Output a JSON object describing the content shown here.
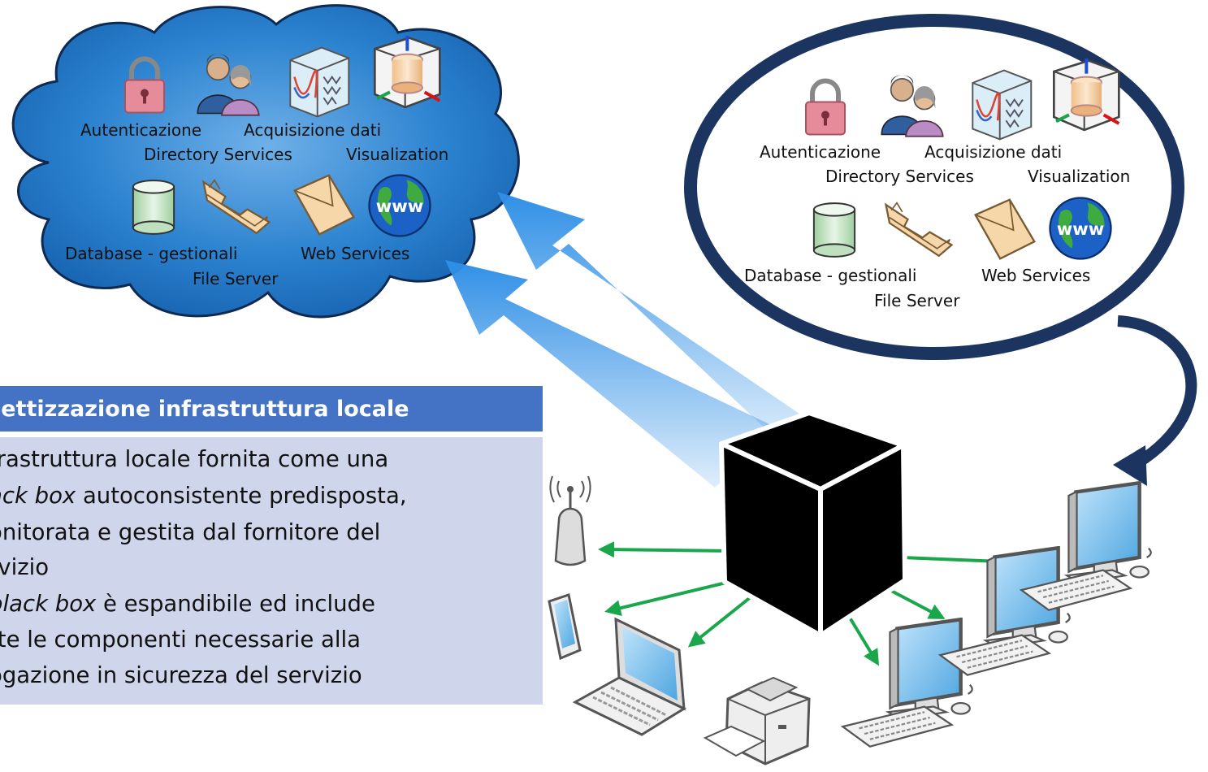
{
  "cloud": {
    "labels": {
      "auth": "Autenticazione",
      "acq": "Acquisizione dati",
      "dir": "Directory Services",
      "vis": "Visualization",
      "db": "Database - gestionali",
      "web": "Web Services",
      "file": "File Server"
    },
    "fill": "#1f7ecf"
  },
  "bubble": {
    "labels": {
      "auth": "Autenticazione",
      "acq": "Acquisizione dati",
      "dir": "Directory Services",
      "vis": "Visualization",
      "db": "Database - gestionali",
      "web": "Web Services",
      "file": "File Server"
    },
    "border": "#1b3560"
  },
  "panel": {
    "title": "nettizzazione infrastruttura locale",
    "lines": [
      {
        "pre": "frastruttura locale fornita come una",
        "em": "",
        "post": ""
      },
      {
        "pre": "",
        "em": "ack box",
        "post": " autoconsistente predisposta,"
      },
      {
        "pre": "onitorata e gestita dal fornitore del",
        "em": "",
        "post": ""
      },
      {
        "pre": "rvizio",
        "em": "",
        "post": ""
      },
      {
        "pre": "",
        "em": "black box",
        "post": " è espandibile ed include"
      },
      {
        "pre": "tte le componenti necessarie alla",
        "em": "",
        "post": ""
      },
      {
        "pre": "ogazione in sicurezza del servizio",
        "em": "",
        "post": ""
      }
    ],
    "header_color": "#4472c4",
    "body_color": "#cfd5ea"
  },
  "colors": {
    "arrow_blue": "#2f8fe6",
    "link_green": "#1aa64a",
    "cube": "#000000"
  },
  "icons": [
    "lock-icon",
    "users-icon",
    "data-acquisition-icon",
    "visualization-cube-icon",
    "database-icon",
    "folder-icon",
    "envelope-icon",
    "globe-www-icon",
    "antenna-icon",
    "tablet-icon",
    "laptop-icon",
    "printer-icon",
    "desktop-computer-icon",
    "black-box-cube-icon"
  ]
}
